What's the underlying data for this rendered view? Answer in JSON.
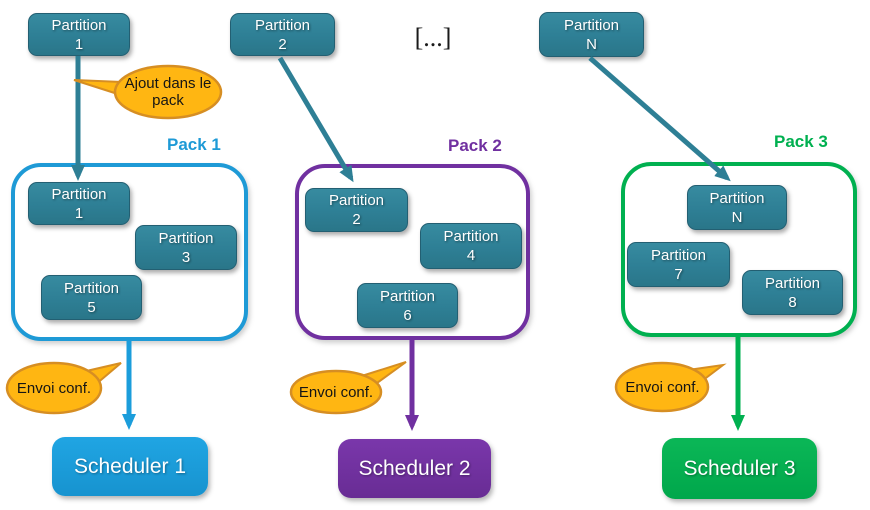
{
  "colors": {
    "partition_teal": "#2E7F95",
    "pack1_blue": "#1E9AD6",
    "pack2_purple": "#7030A0",
    "pack3_green": "#00B050",
    "callout_orange": "#FFB612",
    "callout_border": "#D68E23"
  },
  "ellipsis": "[...]",
  "top_partitions": [
    {
      "name": "Partition",
      "num": "1"
    },
    {
      "name": "Partition",
      "num": "2"
    },
    {
      "name": "Partition",
      "num": "N"
    }
  ],
  "callouts": {
    "ajout": "Ajout dans le pack",
    "envoi1": "Envoi conf.",
    "envoi2": "Envoi conf.",
    "envoi3": "Envoi conf."
  },
  "packs": [
    {
      "label": "Pack 1",
      "color": "#1E9AD6",
      "partitions": [
        {
          "name": "Partition",
          "num": "1"
        },
        {
          "name": "Partition",
          "num": "3"
        },
        {
          "name": "Partition",
          "num": "5"
        }
      ]
    },
    {
      "label": "Pack 2",
      "color": "#7030A0",
      "partitions": [
        {
          "name": "Partition",
          "num": "2"
        },
        {
          "name": "Partition",
          "num": "4"
        },
        {
          "name": "Partition",
          "num": "6"
        }
      ]
    },
    {
      "label": "Pack 3",
      "color": "#00B050",
      "partitions": [
        {
          "name": "Partition",
          "num": "N"
        },
        {
          "name": "Partition",
          "num": "7"
        },
        {
          "name": "Partition",
          "num": "8"
        }
      ]
    }
  ],
  "schedulers": [
    {
      "label": "Scheduler 1",
      "color": "#1B9DDB"
    },
    {
      "label": "Scheduler 2",
      "color": "#7030A0"
    },
    {
      "label": "Scheduler 3",
      "color": "#00B050"
    }
  ]
}
